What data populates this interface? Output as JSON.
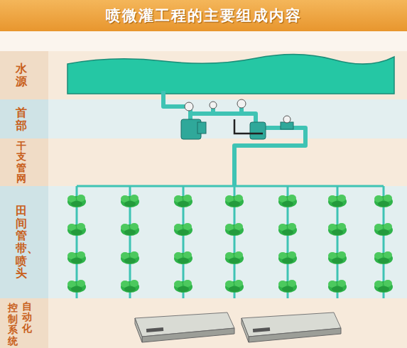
{
  "diagram": {
    "title": "喷微灌工程的主要组成内容",
    "nodes": [
      {
        "text": [
          "水源"
        ]
      },
      {
        "text": [
          "首部"
        ]
      },
      {
        "text": [
          "干支管网"
        ]
      },
      {
        "text": [
          "田间管带、喷头"
        ]
      },
      {
        "text": [
          "自动化",
          "控制系统"
        ]
      }
    ]
  }
}
